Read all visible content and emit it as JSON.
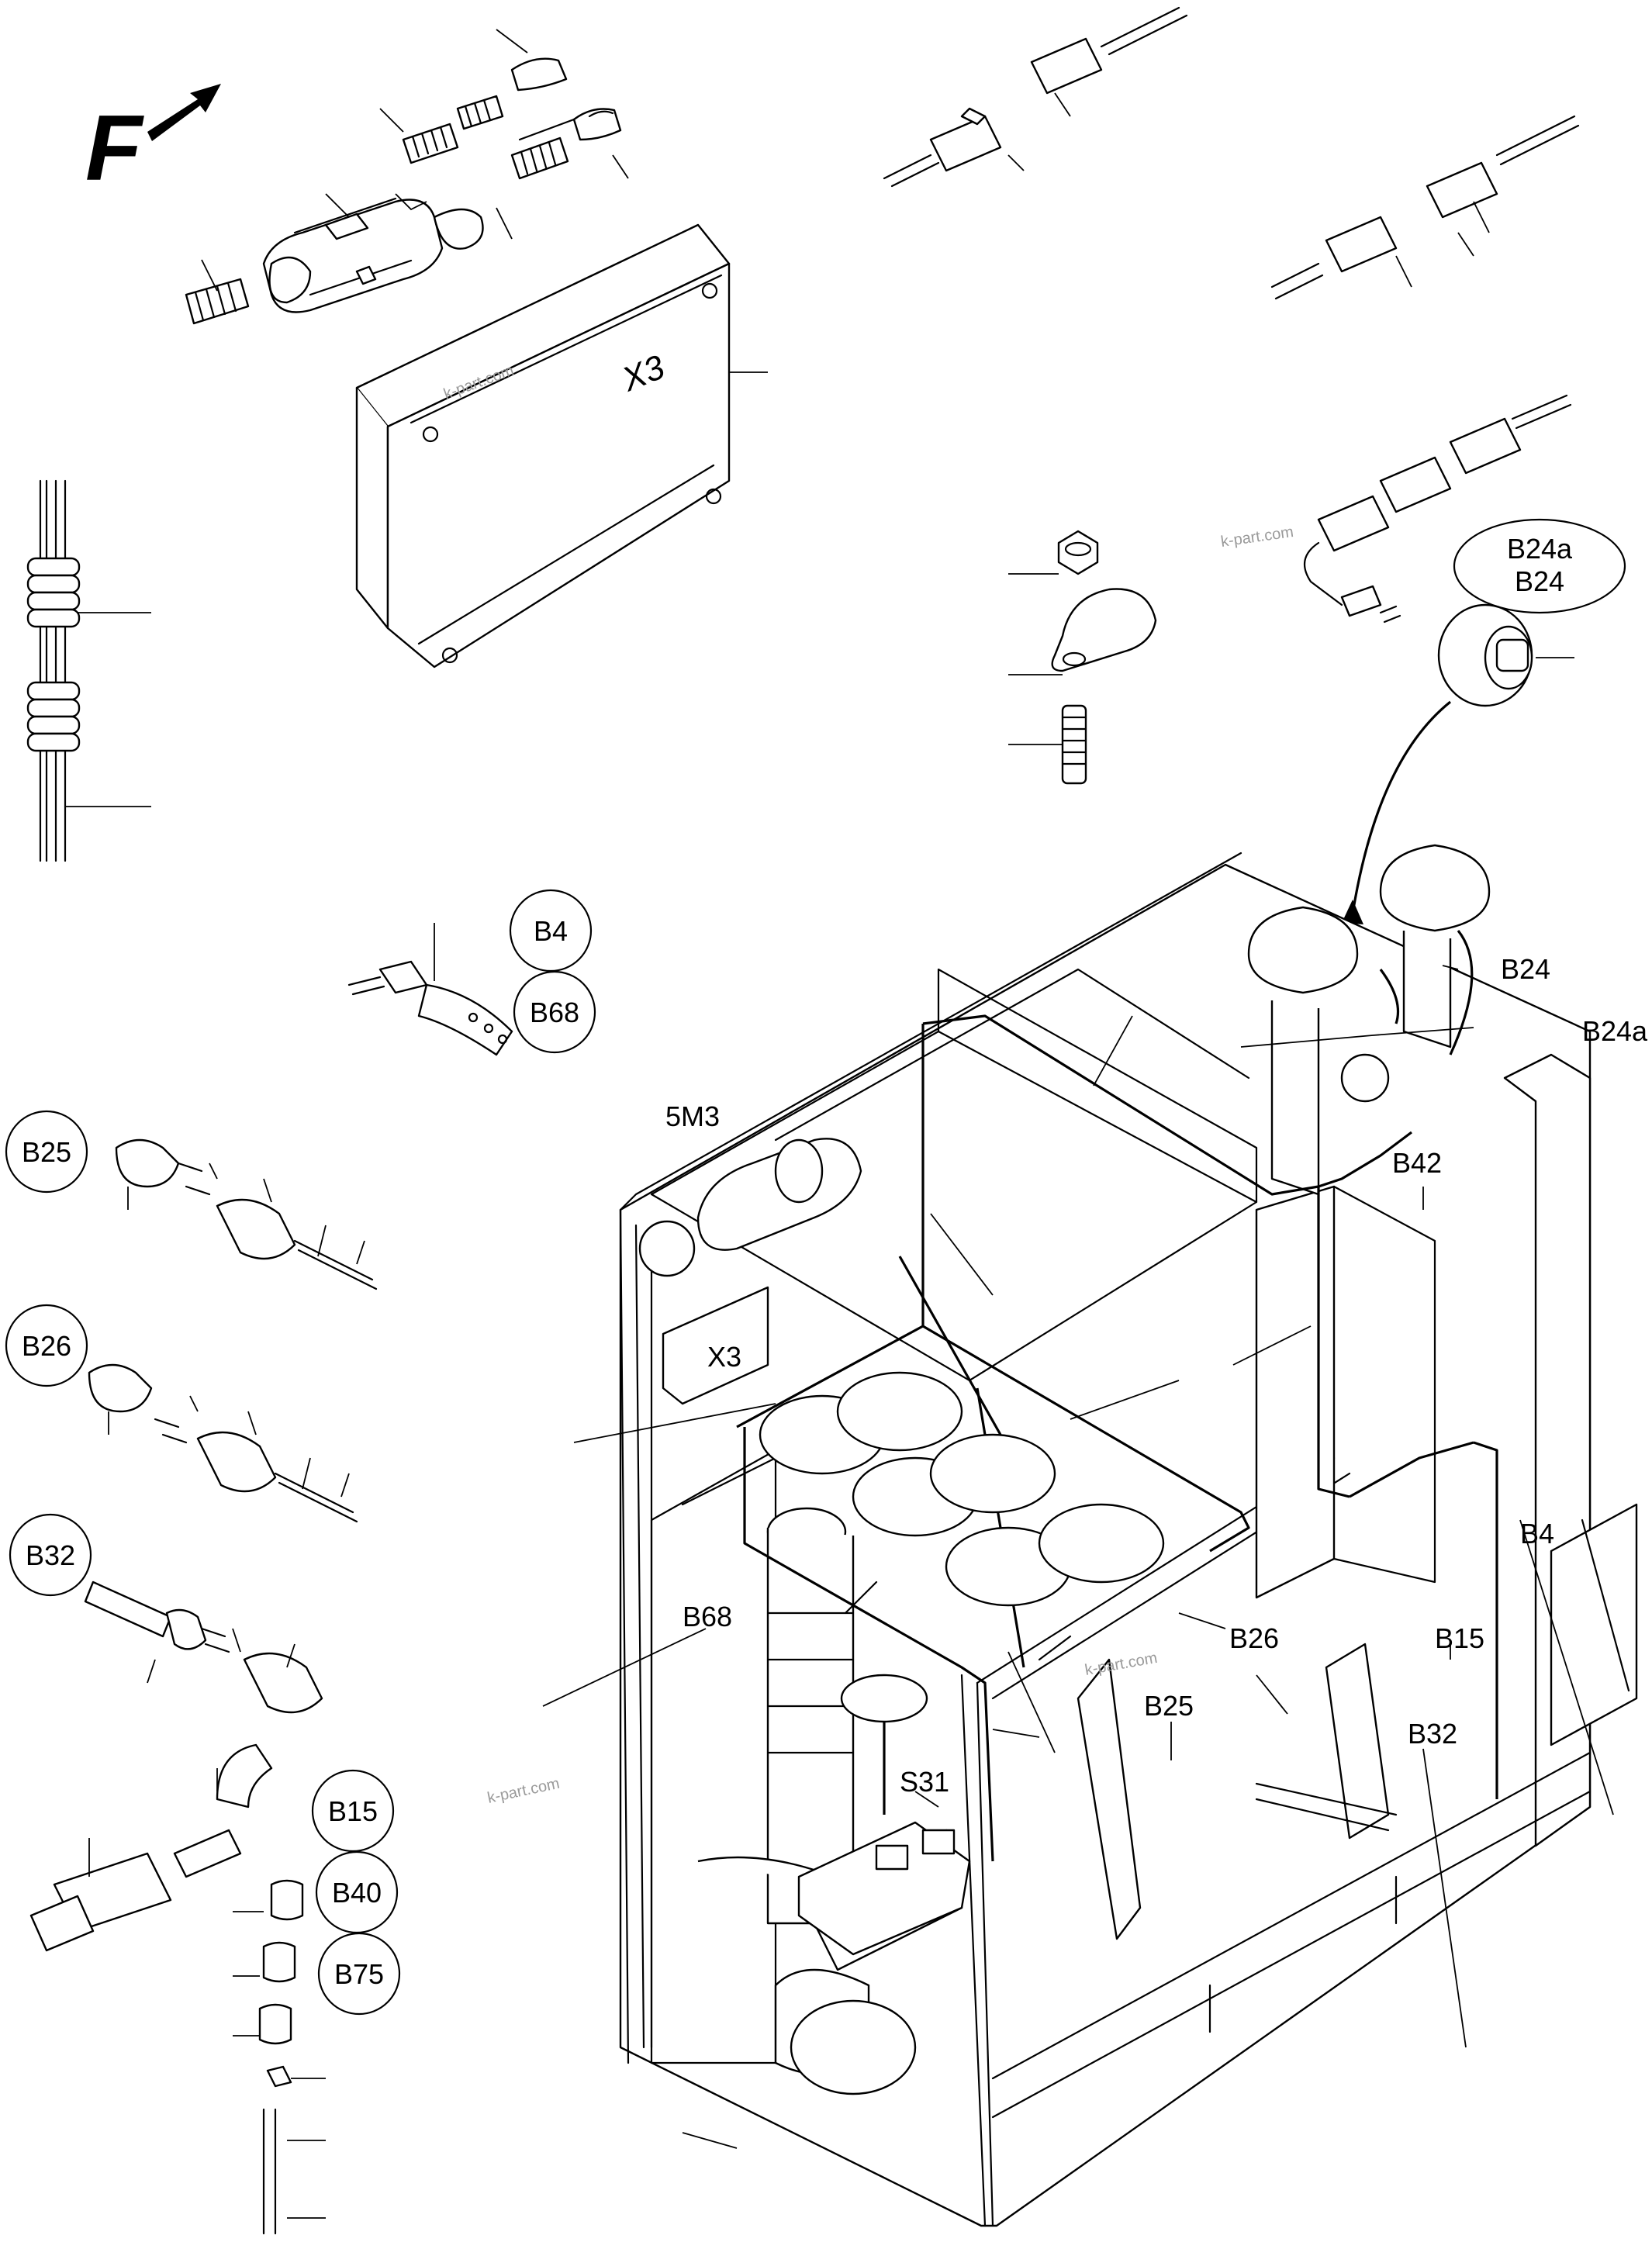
{
  "diagram": {
    "direction_marker": "F",
    "box_label_top": "X3",
    "watermark": "k-part.com",
    "callouts": {
      "b4": "B4",
      "b68": "B68",
      "b25": "B25",
      "b26": "B26",
      "b32": "B32",
      "b15": "B15",
      "b40": "B40",
      "b75": "B75",
      "b24a": "B24a",
      "b24": "B24"
    },
    "labels": {
      "b24": "B24",
      "b24a": "B24a",
      "b42": "B42",
      "m5m3": "5M3",
      "x3": "X3",
      "b4": "B4",
      "b26": "B26",
      "b68": "B68",
      "b25": "B25",
      "b15": "B15",
      "b32": "B32",
      "s31": "S31"
    }
  }
}
